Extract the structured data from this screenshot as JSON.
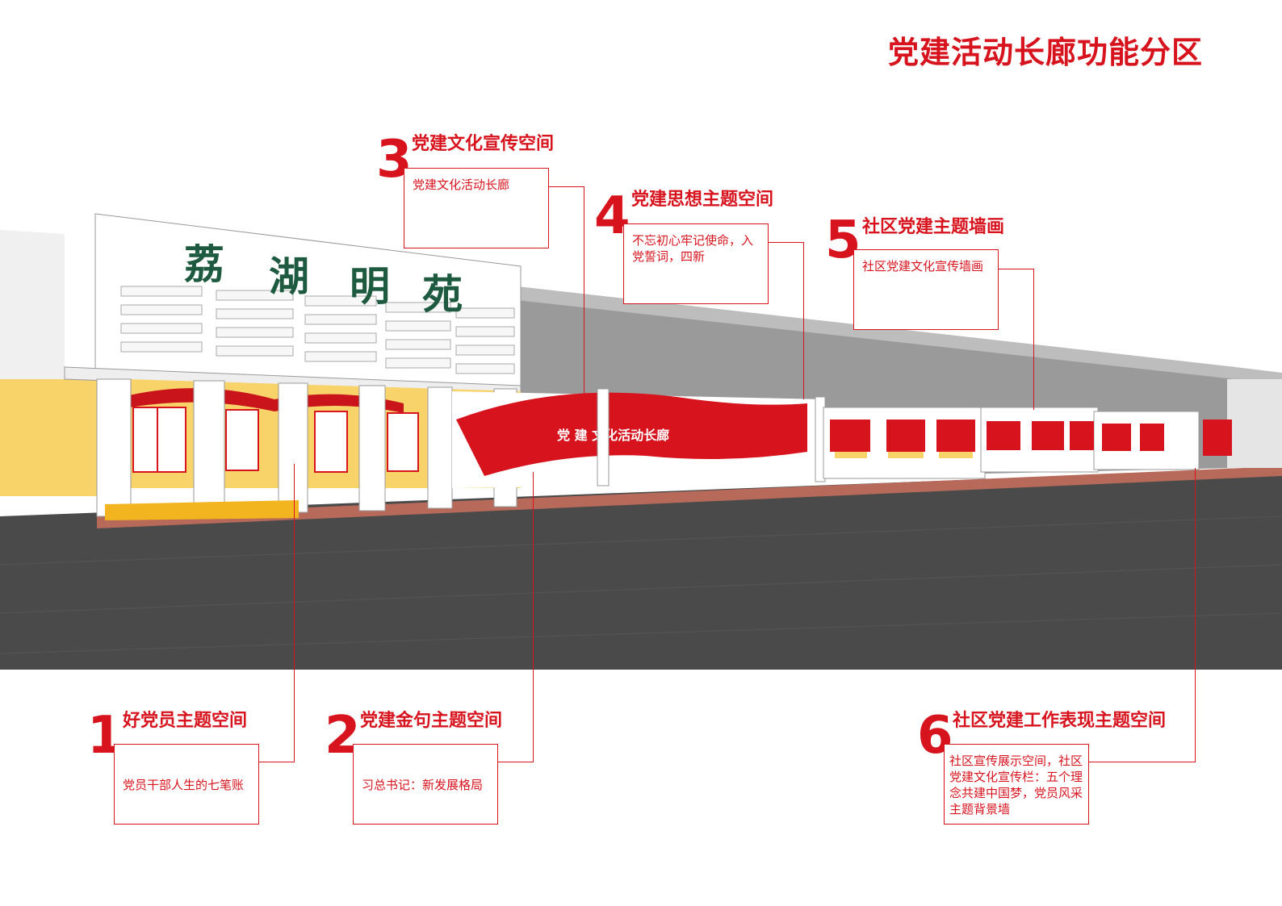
{
  "page_title": "党建活动长廊功能分区",
  "sign_chars": [
    "荔",
    "湖",
    "明",
    "苑"
  ],
  "mural_text": "党 建 文化活动长廊",
  "zones": [
    {
      "num": "1",
      "title": "好党员主题空间",
      "description": "党员干部人生的七笔账"
    },
    {
      "num": "2",
      "title": "党建金句主题空间",
      "description": "习总书记：新发展格局"
    },
    {
      "num": "3",
      "title": "党建文化宣传空间",
      "description": "党建文化活动长廊"
    },
    {
      "num": "4",
      "title": "党建思想主题空间",
      "description": "不忘初心牢记使命，入党誓词，四新"
    },
    {
      "num": "5",
      "title": "社区党建主题墙画",
      "description": "社区党建文化宣传墙画"
    },
    {
      "num": "6",
      "title": "社区党建工作表现主题空间",
      "description": "社区宣传展示空间，社区党建文化宣传栏：五个理念共建中国梦，党员风采主题背景墙"
    }
  ],
  "colors": {
    "accent": "#d7141e",
    "sign_green": "#1d5a3f",
    "wall_gray": "#9a9a9a",
    "ground": "#4a4a4a",
    "panel_yellow": "#f7d36a"
  }
}
